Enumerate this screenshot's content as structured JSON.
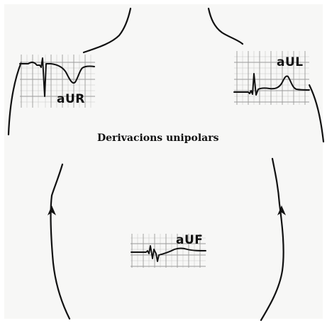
{
  "figure": {
    "caption": "Derivacions unipolars",
    "leads": [
      {
        "id": "aVR",
        "label": "aUR"
      },
      {
        "id": "aVL",
        "label": "aUL"
      },
      {
        "id": "aVF",
        "label": "aUF"
      }
    ]
  }
}
